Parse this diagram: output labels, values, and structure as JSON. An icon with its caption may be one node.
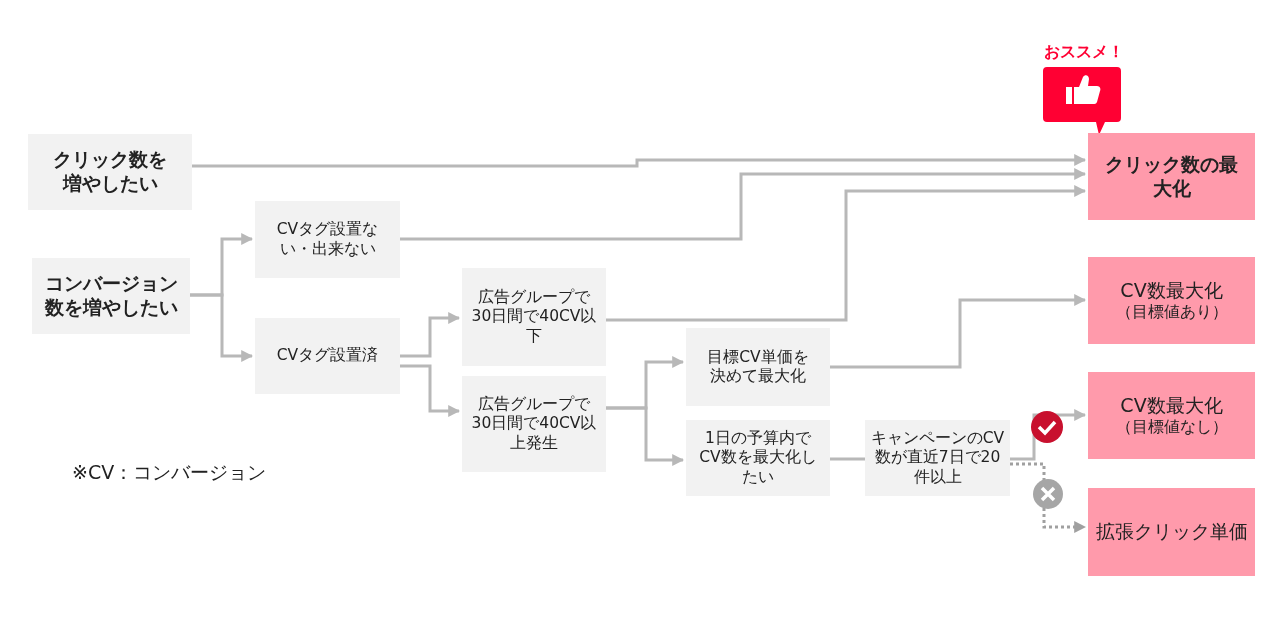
{
  "diagram": {
    "nodes": [
      {
        "text": [
          "クリック数を増やしたい"
        ]
      },
      {
        "text": [
          "コンバージョン数を増やしたい"
        ]
      },
      {
        "text": [
          "CVタグ設置ない・出来ない"
        ]
      },
      {
        "text": [
          "CVタグ設置済"
        ]
      },
      {
        "text": [
          "広告グループで30日間で40CV以下"
        ]
      },
      {
        "text": [
          "広告グループで30日間で40CV以上発生"
        ]
      },
      {
        "text": [
          "目標CV単価を決めて最大化"
        ]
      },
      {
        "text": [
          "1日の予算内でCV数を最大化したい"
        ]
      },
      {
        "text": [
          "キャンペーンのCV数が直近7日で20件以上"
        ]
      },
      {
        "text": [
          "クリック数の最大化"
        ]
      },
      {
        "text": [
          "CV数最大化",
          "（目標値あり）"
        ]
      },
      {
        "text": [
          "CV数最大化",
          "（目標値なし）"
        ]
      },
      {
        "text": [
          "拡張クリック単価"
        ]
      }
    ],
    "edges": [
      {
        "from": 0,
        "to": 9,
        "arrow": "to"
      },
      {
        "from": 1,
        "to": 2,
        "arrow": "to"
      },
      {
        "from": 1,
        "to": 3,
        "arrow": "to"
      },
      {
        "from": 2,
        "to": 9,
        "arrow": "to"
      },
      {
        "from": 3,
        "to": 4,
        "arrow": "to"
      },
      {
        "from": 3,
        "to": 5,
        "arrow": "to"
      },
      {
        "from": 4,
        "to": 9,
        "arrow": "to"
      },
      {
        "from": 5,
        "to": 6,
        "arrow": "to"
      },
      {
        "from": 5,
        "to": 7,
        "arrow": "to"
      },
      {
        "from": 6,
        "to": 10,
        "arrow": "to"
      },
      {
        "from": 7,
        "to": 8,
        "arrow": "none"
      },
      {
        "from": 8,
        "to": 11,
        "arrow": "to"
      },
      {
        "from": 8,
        "to": 12,
        "arrow": "to",
        "style": "dashed",
        "color": "#a0a0a0"
      }
    ],
    "labels": [
      "おススメ！",
      "※CV：コンバージョン"
    ]
  }
}
